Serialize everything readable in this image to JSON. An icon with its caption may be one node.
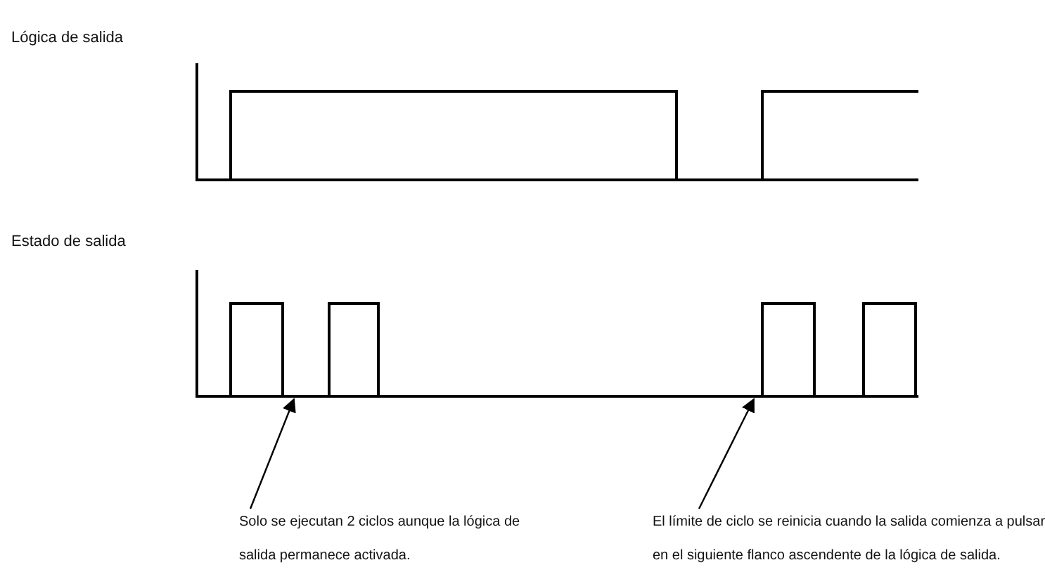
{
  "diagram": {
    "nodes": [
      {
        "text": [
          "Solo se ejecutan 2 ciclos aunque la lógica de salida permanece activada."
        ]
      },
      {
        "text": [
          "El límite de ciclo se reinicia cuando la salida comienza a pulsar en el siguiente flanco ascendente de la lógica de salida."
        ]
      }
    ],
    "edges": [
      {
        "from": 0,
        "to": null,
        "arrow": "to"
      },
      {
        "from": 1,
        "to": null,
        "arrow": "to"
      }
    ],
    "labels": [
      "Lógica de salida",
      "Estado de salida"
    ]
  }
}
